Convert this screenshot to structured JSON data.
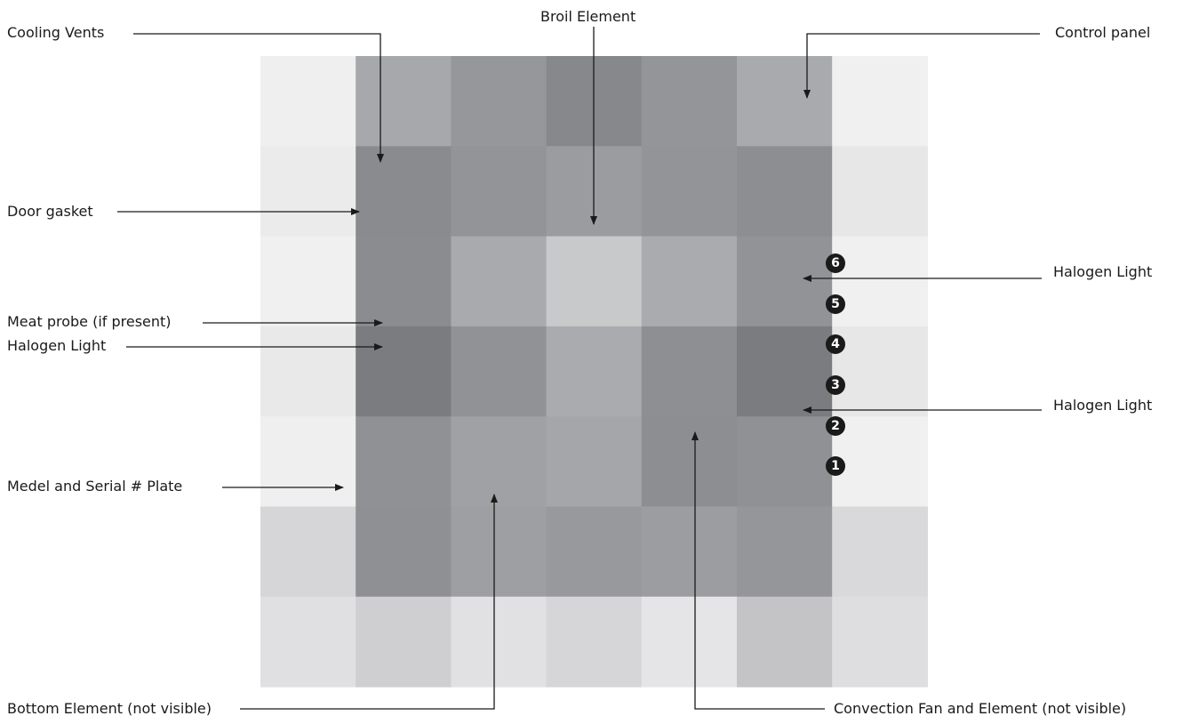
{
  "colors": {
    "ink": "#1a1a1a",
    "badge_text": "#ffffff",
    "mosaic": [
      [
        "#efeff0",
        "#a7a8ab",
        "#96979a",
        "#87888b",
        "#949598",
        "#a9aaad",
        "#f0f0f0"
      ],
      [
        "#ebebec",
        "#8a8b8e",
        "#939497",
        "#9b9c9f",
        "#939497",
        "#8d8e91",
        "#e7e7e8"
      ],
      [
        "#f0f0f1",
        "#8b8c8f",
        "#a9aaad",
        "#c8c9cb",
        "#aaabae",
        "#929396",
        "#f0f0f1"
      ],
      [
        "#e9e9ea",
        "#7b7c7f",
        "#919295",
        "#aaabae",
        "#8e8f92",
        "#7b7c7f",
        "#e6e7e6"
      ],
      [
        "#efeff0",
        "#909194",
        "#a0a1a4",
        "#a5a6a9",
        "#8d8e91",
        "#909194",
        "#f0f0f0"
      ],
      [
        "#d6d6d8",
        "#8f9093",
        "#9e9fa2",
        "#98999c",
        "#9c9da0",
        "#95969a",
        "#d9d9db"
      ],
      [
        "#e0e0e2",
        "#cfcfd1",
        "#e1e1e3",
        "#d6d6d8",
        "#e5e5e7",
        "#c4c4c6",
        "#dedee0"
      ]
    ]
  },
  "labels": {
    "cooling_vents": "Cooling Vents",
    "broil_element": "Broil Element",
    "control_panel": "Control panel",
    "door_gasket": "Door gasket",
    "halogen_light_right_top": "Halogen Light",
    "meat_probe": "Meat probe (if present)",
    "halogen_light_left": "Halogen Light",
    "halogen_light_right_bottom": "Halogen Light",
    "model_serial_plate": "Medel and Serial # Plate",
    "bottom_element": "Bottom Element (not visible)",
    "convection_fan": "Convection Fan and Element (not visible)"
  },
  "rack_positions": [
    "6",
    "5",
    "4",
    "3",
    "2",
    "1"
  ]
}
